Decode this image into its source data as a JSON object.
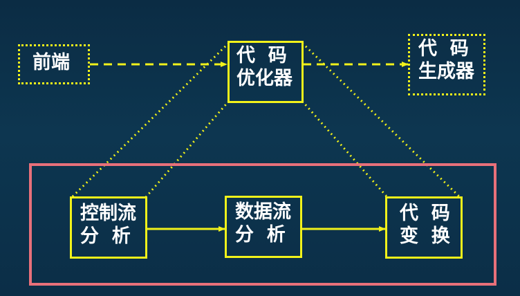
{
  "nodes": {
    "frontend": {
      "lines": [
        "前端"
      ]
    },
    "optimizer": {
      "lines": [
        "代  码",
        "优化器"
      ]
    },
    "codegen": {
      "lines": [
        "代  码",
        "生成器"
      ]
    },
    "control_flow": {
      "lines": [
        "控制流",
        "分  析"
      ]
    },
    "data_flow": {
      "lines": [
        "数据流",
        "分  析"
      ]
    },
    "code_transform": {
      "lines": [
        "代  码",
        "变  换"
      ]
    }
  },
  "colors": {
    "background": "#0d3650",
    "box_border": "#f2f21a",
    "arrow": "#f2f21a",
    "frame": "#e8707a",
    "text": "#ffffff"
  }
}
